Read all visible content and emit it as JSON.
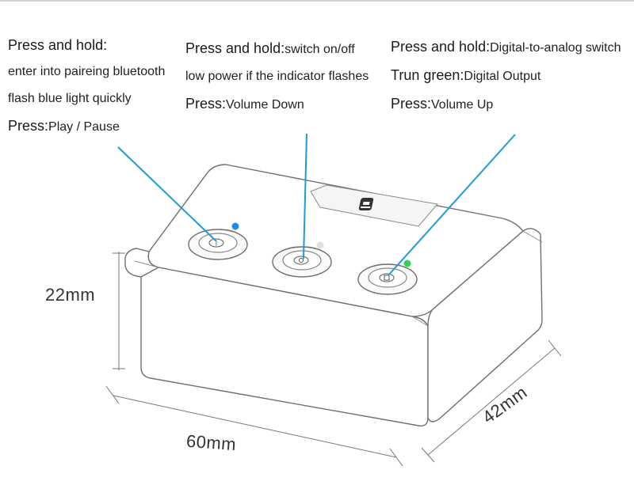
{
  "callouts": {
    "left": {
      "l1": "Press and hold:",
      "l2": "enter into paireing bluetooth",
      "l3": "flash blue light quickly",
      "l4a": "Press:",
      "l4b": "Play / Pause"
    },
    "middle": {
      "l1a": "Press and hold:",
      "l1b": "switch on/off",
      "l2": "low power if the indicator flashes",
      "l3a": "Press:",
      "l3b": "Volume Down"
    },
    "right": {
      "l1a": "Press and hold:",
      "l1b": "Digital-to-analog switch",
      "l2a": "Trun green:",
      "l2b": "Digital Output",
      "l3a": "Press:",
      "l3b": "Volume Up"
    }
  },
  "dimensions": {
    "height": "22mm",
    "width": "60mm",
    "depth": "42mm"
  },
  "colors": {
    "leader_line": "#1f9bd8",
    "indicator_left": "#1f8fe6",
    "indicator_middle": "#e0e0e0",
    "indicator_right": "#2fd35a",
    "outline": "#6f6f6f"
  }
}
